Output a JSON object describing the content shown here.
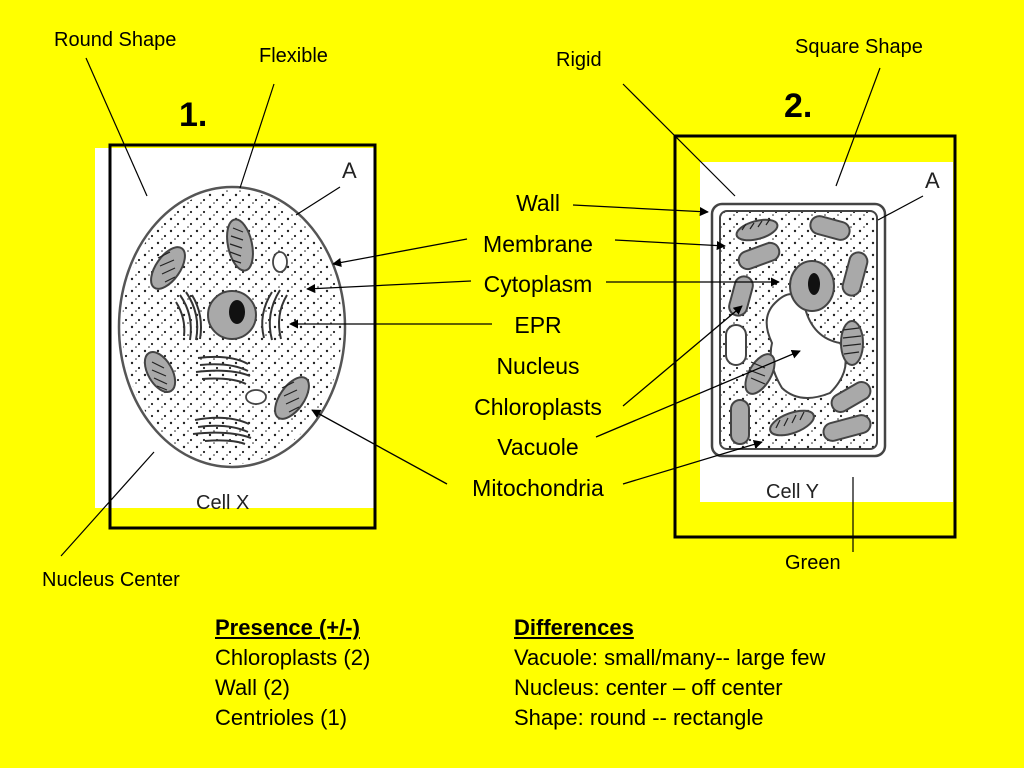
{
  "cell1": {
    "number": "1.",
    "name": "Cell X",
    "marker": "A",
    "annotations": {
      "round_shape": "Round Shape",
      "flexible": "Flexible",
      "nucleus_center": "Nucleus Center"
    }
  },
  "cell2": {
    "number": "2.",
    "name": "Cell Y",
    "marker": "A",
    "annotations": {
      "rigid": "Rigid",
      "square_shape": "Square Shape",
      "green": "Green"
    }
  },
  "terms": [
    "Wall",
    "Membrane",
    "Cytoplasm",
    "EPR",
    "Nucleus",
    "Chloroplasts",
    "Vacuole",
    "Mitochondria"
  ],
  "presence": {
    "heading": "Presence (+/-)",
    "items": [
      "Chloroplasts (2)",
      "Wall (2)",
      "Centrioles (1)"
    ]
  },
  "differences": {
    "heading": "Differences",
    "items": [
      "Vacuole: small/many-- large few",
      "Nucleus: center – off center",
      "Shape: round -- rectangle"
    ]
  },
  "colors": {
    "background": "#ffff00",
    "organelle_fill": "#a9a9a9",
    "panel": "#ffffff"
  }
}
